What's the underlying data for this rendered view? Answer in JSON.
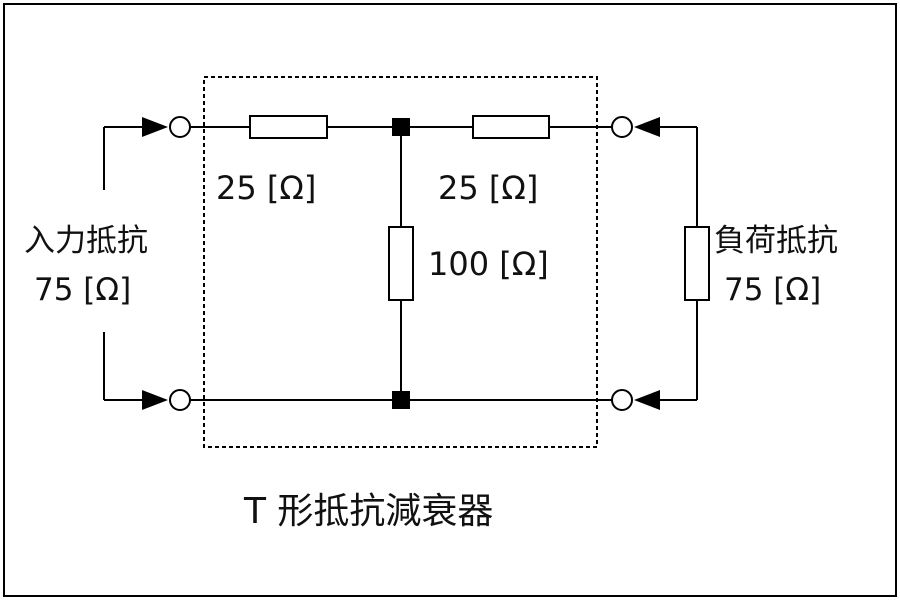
{
  "title": "T 形抵抗減衰器",
  "labels": {
    "series_left": "25 [Ω]",
    "series_right": "25 [Ω]",
    "shunt": "100 [Ω]",
    "input_name": "入力抵抗",
    "input_value": "75 [Ω]",
    "load_name": "負荷抵抗",
    "load_value": "75 [Ω]"
  },
  "colors": {
    "line": "#000000",
    "background": "#ffffff"
  }
}
